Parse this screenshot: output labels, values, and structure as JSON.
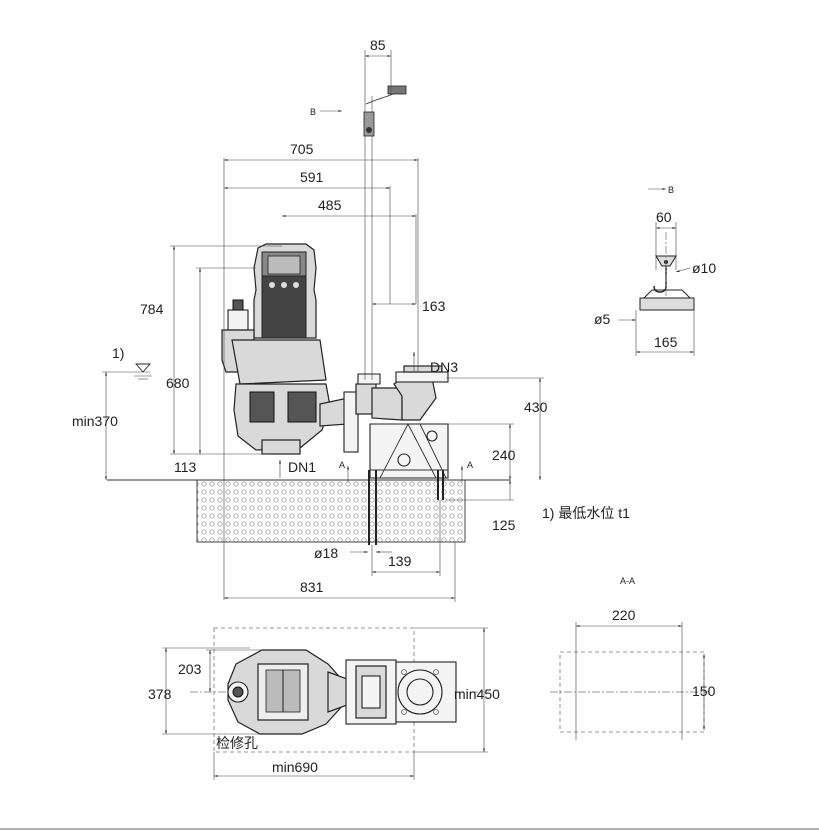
{
  "drawing": {
    "view_labels": {
      "section_arrow_b_left": "B",
      "section_arrow_b_right": "B",
      "section_aa": "A-A",
      "marker_a_left": "A",
      "marker_a_right": "A"
    },
    "dimensions": {
      "d85": "85",
      "d705": "705",
      "d591": "591",
      "d485": "485",
      "d163": "163",
      "d784": "784",
      "d680": "680",
      "d113": "113",
      "dmin370": "min370",
      "d430": "430",
      "d240": "240",
      "d125": "125",
      "d18": "ø18",
      "d139": "139",
      "d831": "831",
      "d60": "60",
      "d10": "ø10",
      "d5": "ø5",
      "d165": "165",
      "d220": "220",
      "d150": "150",
      "d203": "203",
      "d378": "378",
      "dmin450": "min450",
      "dmin690": "min690"
    },
    "labels": {
      "dn1": "DN1",
      "dn3": "DN3",
      "note_ref": "1)",
      "note_text": "1) 最低水位 t1",
      "inspection_hole": "检修孔"
    }
  }
}
